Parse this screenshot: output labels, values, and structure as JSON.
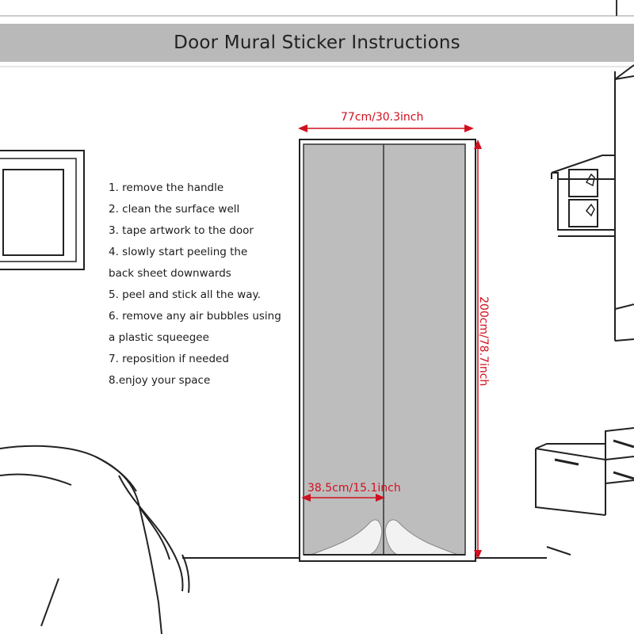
{
  "header": {
    "title": "Door Mural Sticker Instructions"
  },
  "instructions": [
    "1. remove the handle",
    "2.  clean the surface well",
    "3.  tape artwork to the door",
    "4.  slowly start peeling the",
    "back sheet downwards",
    "5.  peel and stick all the way.",
    "6.  remove any air bubbles using",
    "a plastic squeegee",
    "7.  reposition if needed",
    "8.enjoy your space"
  ],
  "dimensions": {
    "width": "77cm/30.3inch",
    "height": "200cm/78.7inch",
    "half_width": "38.5cm/15.1inch"
  },
  "colors": {
    "banner": "#b9b9b9",
    "door_panel": "#bdbdbd",
    "dimension_red": "#d0101f",
    "line_art": "#222222"
  }
}
